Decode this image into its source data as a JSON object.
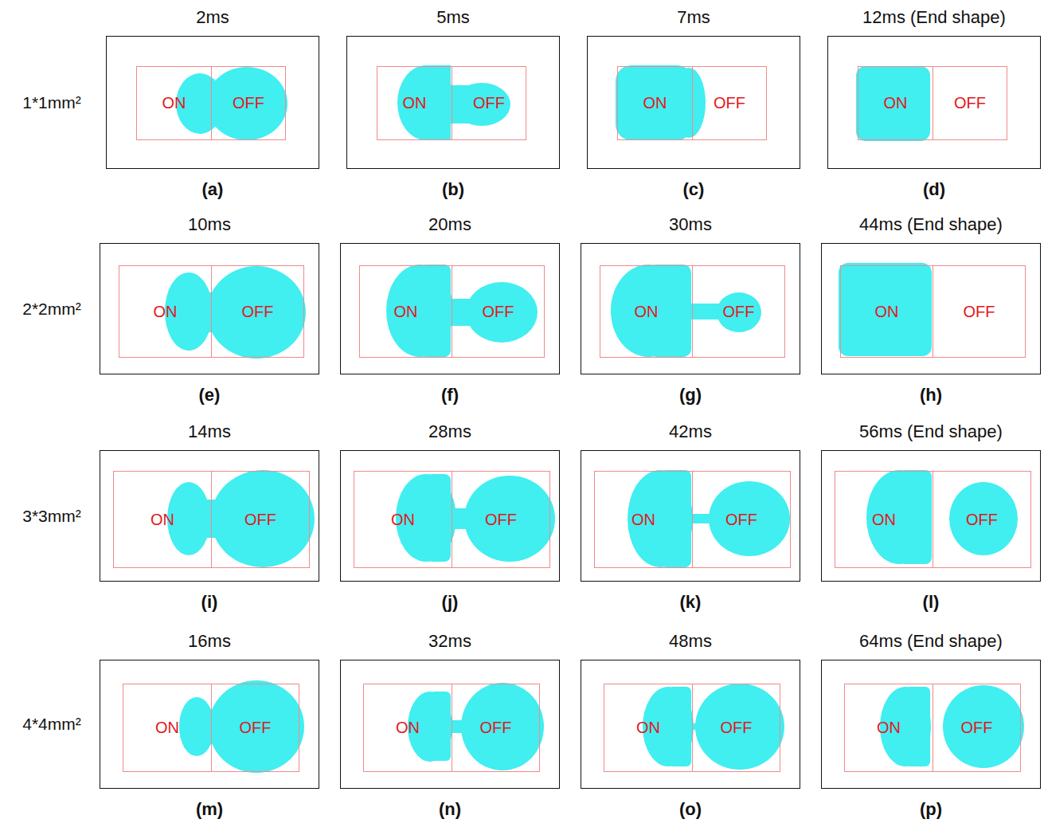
{
  "diagram": {
    "nodes": [
      {
        "text": [
          "2ms",
          "(a)"
        ]
      },
      {
        "text": [
          "ON"
        ],
        "in": 0
      },
      {
        "text": [
          "OFF"
        ],
        "in": 0
      },
      {
        "text": [
          "5ms",
          "(b)"
        ]
      },
      {
        "text": [
          "ON"
        ],
        "in": 3
      },
      {
        "text": [
          "OFF"
        ],
        "in": 3
      },
      {
        "text": [
          "7ms",
          "(c)"
        ]
      },
      {
        "text": [
          "ON"
        ],
        "in": 6
      },
      {
        "text": [
          "OFF"
        ],
        "in": 6
      },
      {
        "text": [
          "12ms (End shape)",
          "(d)"
        ]
      },
      {
        "text": [
          "ON"
        ],
        "in": 9
      },
      {
        "text": [
          "OFF"
        ],
        "in": 9
      },
      {
        "text": [
          "10ms",
          "(e)"
        ]
      },
      {
        "text": [
          "ON"
        ],
        "in": 12
      },
      {
        "text": [
          "OFF"
        ],
        "in": 12
      },
      {
        "text": [
          "20ms",
          "(f)"
        ]
      },
      {
        "text": [
          "ON"
        ],
        "in": 15
      },
      {
        "text": [
          "OFF"
        ],
        "in": 15
      },
      {
        "text": [
          "30ms",
          "(g)"
        ]
      },
      {
        "text": [
          "ON"
        ],
        "in": 18
      },
      {
        "text": [
          "OFF"
        ],
        "in": 18
      },
      {
        "text": [
          "44ms (End shape)",
          "(h)"
        ]
      },
      {
        "text": [
          "ON"
        ],
        "in": 21
      },
      {
        "text": [
          "OFF"
        ],
        "in": 21
      },
      {
        "text": [
          "14ms",
          "(i)"
        ]
      },
      {
        "text": [
          "ON"
        ],
        "in": 24
      },
      {
        "text": [
          "OFF"
        ],
        "in": 24
      },
      {
        "text": [
          "28ms",
          "(j)"
        ]
      },
      {
        "text": [
          "ON"
        ],
        "in": 27
      },
      {
        "text": [
          "OFF"
        ],
        "in": 27
      },
      {
        "text": [
          "42ms",
          "(k)"
        ]
      },
      {
        "text": [
          "ON"
        ],
        "in": 30
      },
      {
        "text": [
          "OFF"
        ],
        "in": 30
      },
      {
        "text": [
          "56ms (End shape)",
          "(l)"
        ]
      },
      {
        "text": [
          "ON"
        ],
        "in": 33
      },
      {
        "text": [
          "OFF"
        ],
        "in": 33
      },
      {
        "text": [
          "16ms",
          "(m)"
        ]
      },
      {
        "text": [
          "ON"
        ],
        "in": 36
      },
      {
        "text": [
          "OFF"
        ],
        "in": 36
      },
      {
        "text": [
          "32ms",
          "(n)"
        ]
      },
      {
        "text": [
          "ON"
        ],
        "in": 39
      },
      {
        "text": [
          "OFF"
        ],
        "in": 39
      },
      {
        "text": [
          "48ms",
          "(o)"
        ]
      },
      {
        "text": [
          "ON"
        ],
        "in": 42
      },
      {
        "text": [
          "OFF"
        ],
        "in": 42
      },
      {
        "text": [
          "64ms (End shape)",
          "(p)"
        ]
      },
      {
        "text": [
          "ON"
        ],
        "in": 45
      },
      {
        "text": [
          "OFF"
        ],
        "in": 45
      }
    ],
    "labels": [
      "1*1mm²",
      "2*2mm²",
      "3*3mm²",
      "4*4mm²"
    ]
  }
}
